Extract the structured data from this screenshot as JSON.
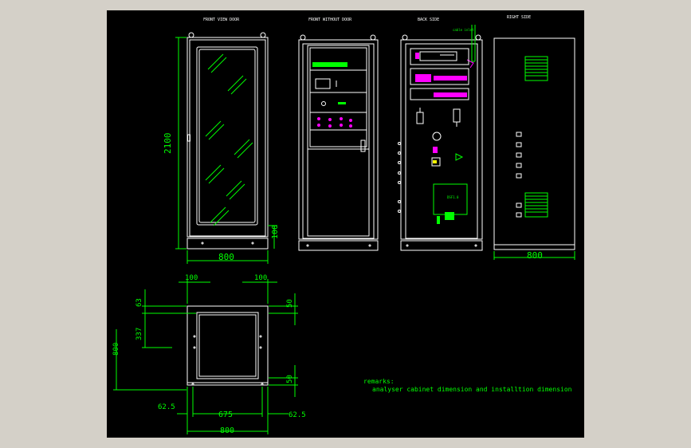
{
  "view_titles": {
    "front_view_door": "FRONT VIEW DOOR",
    "front_without_door": "FRONT WITHOUT DOOR",
    "back_side": "BACK SIDE",
    "right_side": "RIGHT SIDE"
  },
  "small_label": "cable inlet",
  "dimensions": {
    "height": "2100",
    "plinth": "100",
    "width_front": "800",
    "width_side": "800",
    "plan_left_offset": "100",
    "plan_right_offset": "100",
    "plan_top_a": "63",
    "plan_top_b": "337",
    "plan_top_right": "50",
    "plan_depth": "800",
    "plan_bottom_right": "50",
    "plan_left_edge": "62.5",
    "plan_inner": "675",
    "plan_right_edge": "62.5",
    "plan_width": "800"
  },
  "remarks": {
    "title": "remarks:",
    "text": "analyser cabinet dimension and installtion dimension"
  },
  "colors": {
    "background": "#000000",
    "outline": "#ffffff",
    "dimension": "#00ff00",
    "component": "#ff00ff",
    "frame": "#d4d0c8"
  }
}
